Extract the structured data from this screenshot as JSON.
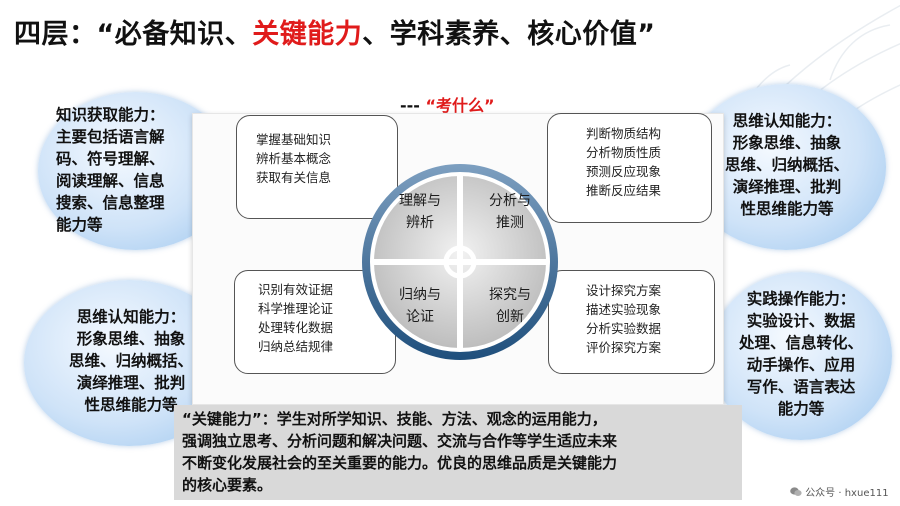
{
  "title": {
    "prefix": "四层：“必备知识、",
    "highlight": "关键能力",
    "suffix": "、学科素养、核心价值”"
  },
  "subtitle": {
    "prefix": "---",
    "highlight": "“考什么”"
  },
  "bubbles": {
    "top_left": [
      "知识获取能力：",
      "主要包括语言解",
      "码、符号理解、",
      "阅读理解、信息",
      "搜索、信息整理",
      "能力等"
    ],
    "bottom_left": [
      "思维认知能力：",
      "形象思维、抽象",
      "思维、归纳概括、",
      "演绎推理、批判",
      "性思维能力等"
    ],
    "top_right": [
      "思维认知能力：",
      "形象思维、抽象",
      "思维、归纳概括、",
      "演绎推理、批判",
      "性思维能力等"
    ],
    "bottom_right": [
      "实践操作能力：",
      "实验设计、数据",
      "处理、信息转化、",
      "动手操作、应用",
      "写作、语言表达",
      "能力等"
    ]
  },
  "boxes": {
    "top_left": [
      "掌握基础知识",
      "辨析基本概念",
      "获取有关信息"
    ],
    "top_right": [
      "判断物质结构",
      "分析物质性质",
      "预测反应现象",
      "推断反应结果"
    ],
    "bottom_left": [
      "识别有效证据",
      "科学推理论证",
      "处理转化数据",
      "归纳总结规律"
    ],
    "bottom_right": [
      "设计探究方案",
      "描述实验现象",
      "分析实验数据",
      "评价探究方案"
    ]
  },
  "quadrants": {
    "top_left": [
      "理解与",
      "辨析"
    ],
    "top_right": [
      "分析与",
      "推测"
    ],
    "bottom_left": [
      "归纳与",
      "论证"
    ],
    "bottom_right": [
      "探究与",
      "创新"
    ]
  },
  "note": {
    "lines": [
      "“关键能力”：学生对所学知识、技能、方法、观念的运用能力，",
      "强调独立思考、分析问题和解决问题、交流与合作等学生适应未来",
      "不断变化发展社会的至关重要的能力。优良的思维品质是关键能力",
      "的核心要素。"
    ]
  },
  "footer": {
    "text": "公众号 · hxue111"
  },
  "colors": {
    "accent_red": "#e01b1b",
    "bubble_blue": "#9cc6ee",
    "circle_ring": "#2c5f8c"
  }
}
